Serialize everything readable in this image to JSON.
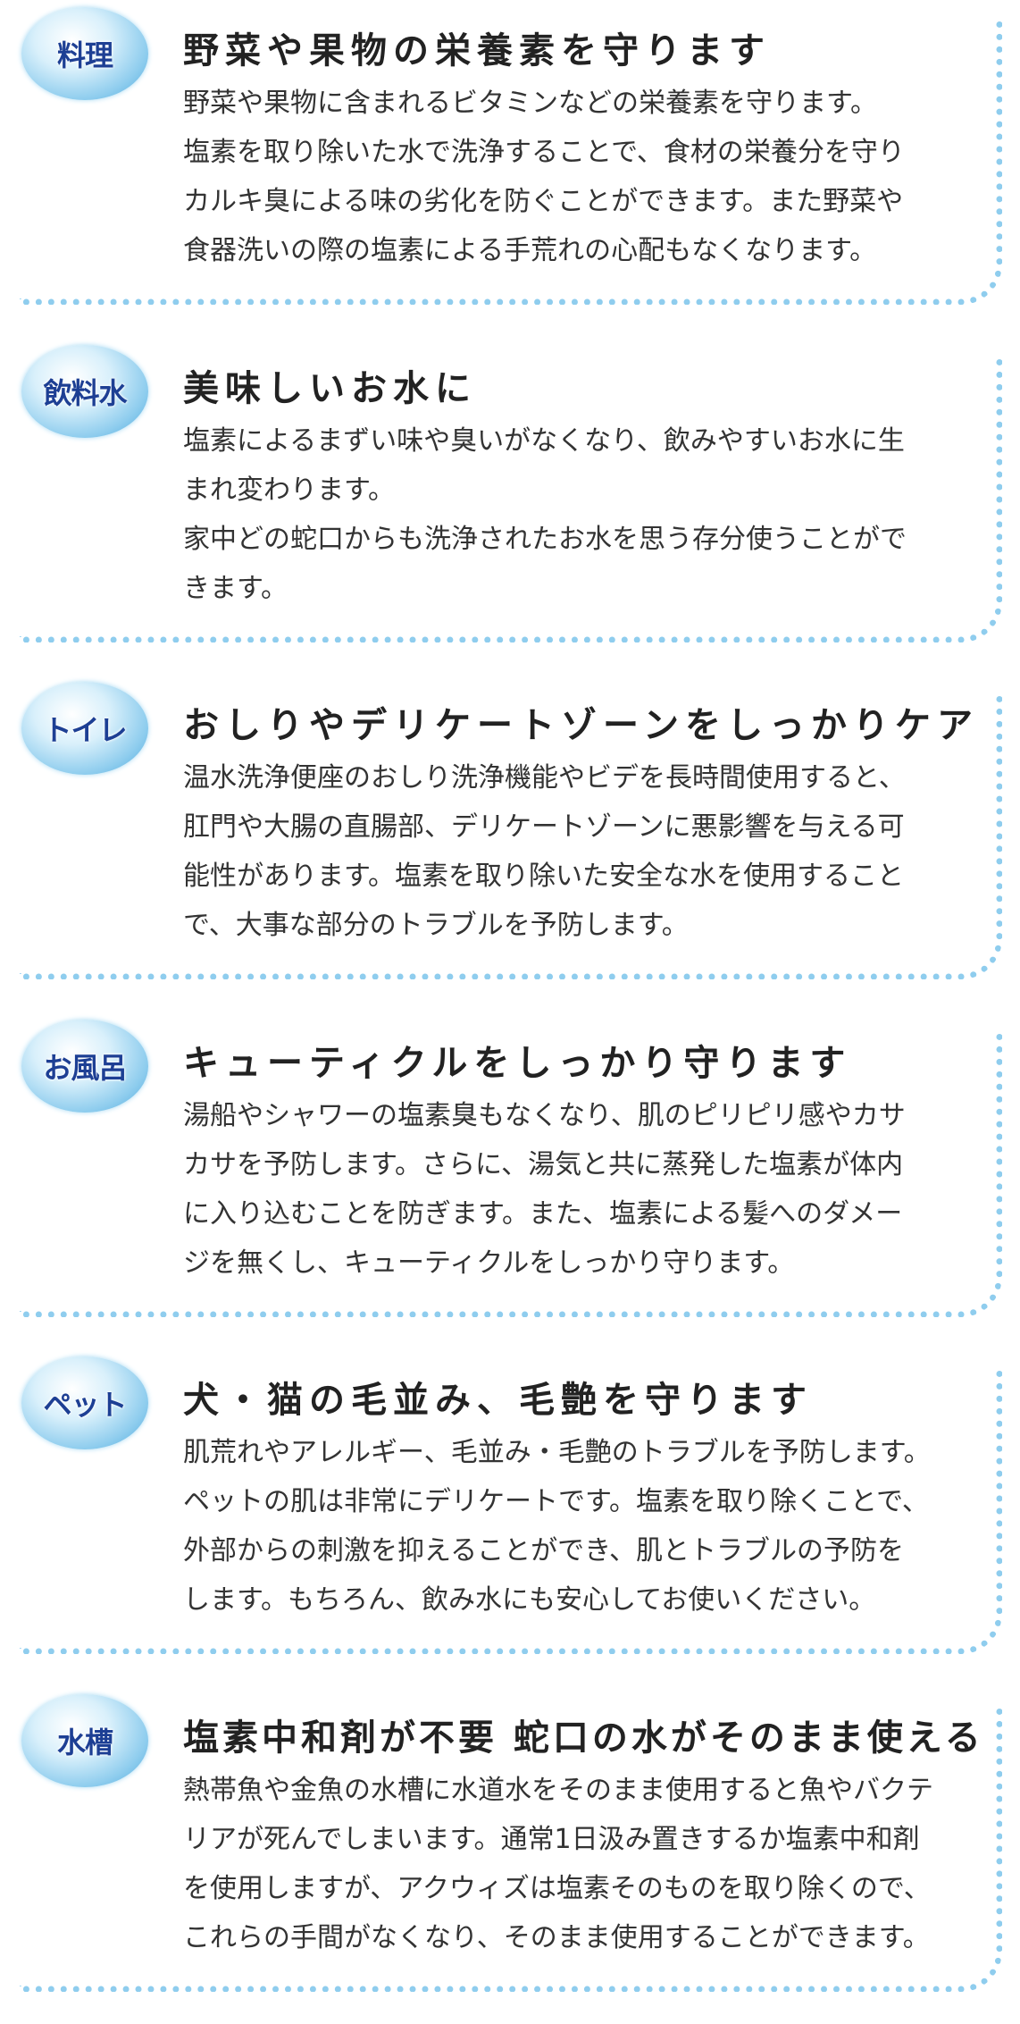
{
  "sections": [
    {
      "badge": "料理",
      "title": "野菜や果物の栄養素を守ります",
      "lines": [
        "野菜や果物に含まれるビタミンなどの栄養素を守ります。",
        "塩素を取り除いた水で洗浄することで、食材の栄養分を守り",
        "カルキ臭による味の劣化を防ぐことができます。また野菜や",
        "食器洗いの際の塩素による手荒れの心配もなくなります。"
      ]
    },
    {
      "badge": "飲料水",
      "title": "美味しいお水に",
      "lines": [
        "塩素によるまずい味や臭いがなくなり、飲みやすいお水に生",
        "まれ変わります。",
        "家中どの蛇口からも洗浄されたお水を思う存分使うことがで",
        "きます。"
      ]
    },
    {
      "badge": "トイレ",
      "title": "おしりやデリケートゾーンをしっかりケア",
      "lines": [
        "温水洗浄便座のおしり洗浄機能やビデを長時間使用すると、",
        "肛門や大腸の直腸部、デリケートゾーンに悪影響を与える可",
        "能性があります。塩素を取り除いた安全な水を使用すること",
        "で、大事な部分のトラブルを予防します。"
      ]
    },
    {
      "badge": "お風呂",
      "title": "キューティクルをしっかり守ります",
      "lines": [
        "湯船やシャワーの塩素臭もなくなり、肌のピリピリ感やカサ",
        "カサを予防します。さらに、湯気と共に蒸発した塩素が体内",
        "に入り込むことを防ぎます。また、塩素による髪へのダメー",
        "ジを無くし、キューティクルをしっかり守ります。"
      ]
    },
    {
      "badge": "ペット",
      "title": "犬・猫の毛並み、毛艶を守ります",
      "lines": [
        "肌荒れやアレルギー、毛並み・毛艶のトラブルを予防します。",
        "ペットの肌は非常にデリケートです。塩素を取り除くことで、",
        "外部からの刺激を抑えることができ、肌とトラブルの予防を",
        "します。もちろん、飲み水にも安心してお使いください。"
      ]
    },
    {
      "badge": "水槽",
      "title": "塩素中和剤が不要 蛇口の水がそのまま使える",
      "lines": [
        "熱帯魚や金魚の水槽に水道水をそのまま使用すると魚やバクテ",
        "リアが死んでしまいます。通常1日汲み置きするか塩素中和剤",
        "を使用しますが、アクウィズは塩素そのものを取り除くので、",
        "これらの手間がなくなり、そのまま使用することができます。"
      ]
    }
  ]
}
